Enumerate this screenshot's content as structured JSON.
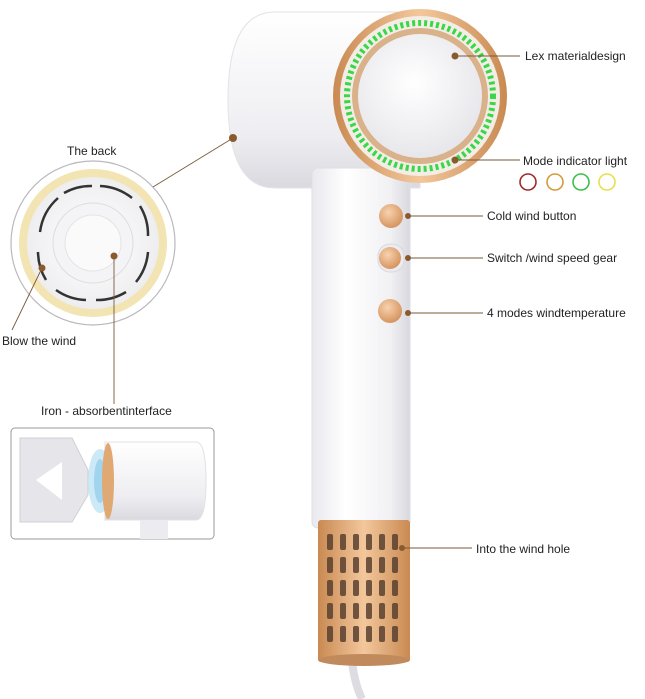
{
  "labels": {
    "lex_material": "Lex materialdesign",
    "mode_indicator": "Mode indicator light",
    "cold_wind": "Cold wind button",
    "switch_speed": "Switch /wind speed gear",
    "modes_temp": "4 modes windtemperature",
    "wind_hole": "Into the wind hole",
    "the_back": "The back",
    "blow_wind": "Blow the wind",
    "iron_interface": "Iron - absorbentinterface"
  },
  "indicator_colors": [
    "#9e2a2a",
    "#d49a3a",
    "#3bbf4a",
    "#e6e04a"
  ],
  "colors": {
    "body_white": "#f2f2f4",
    "rose_gold": "#e0a872",
    "led_green": "#38d84a",
    "leader_line": "#7a5a3a",
    "dot": "#8a5a2e"
  }
}
